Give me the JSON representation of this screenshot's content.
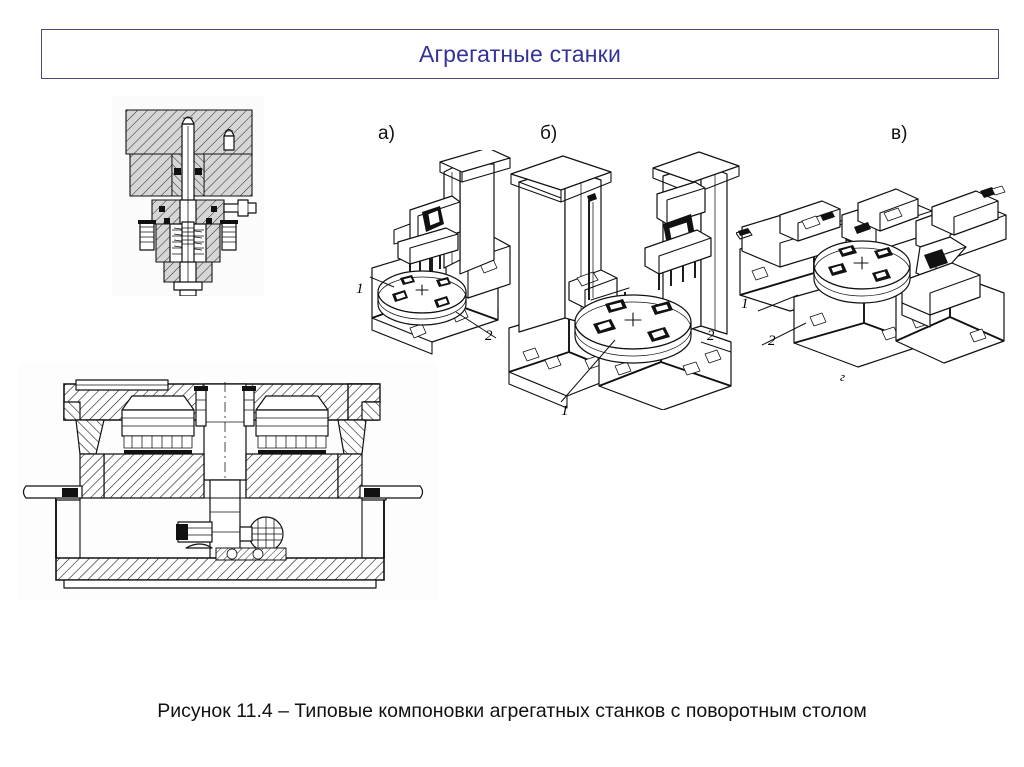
{
  "slide": {
    "title": "Агрегатные станки",
    "title_color": "#333399",
    "border_color": "#4a4a78",
    "background": "#ffffff",
    "caption": "Рисунок 11.4 – Типовые компоновки агрегатных станков с поворотным столом"
  },
  "figure": {
    "number": "11.4",
    "panels": [
      {
        "letter": "а)",
        "name": "single-column-layout",
        "description": "Агрегатный станок с одной вертикальной стойкой и поворотным столом",
        "callouts": [
          {
            "id": "1",
            "meaning": "поворотный стол"
          },
          {
            "id": "2",
            "meaning": "станина"
          }
        ]
      },
      {
        "letter": "б)",
        "name": "two-column-layout",
        "description": "Агрегатный станок с двумя вертикальными стойками и поворотным столом",
        "callouts": [
          {
            "id": "1",
            "meaning": "поворотный стол"
          },
          {
            "id": "2",
            "meaning": "станина"
          }
        ]
      },
      {
        "letter": "в)",
        "name": "multi-station-horizontal-layout",
        "description": "Агрегатный станок с горизонтальными силовыми головками вокруг поворотного стола",
        "sublabel": "г",
        "callouts": [
          {
            "id": "1",
            "meaning": "поворотный стол"
          },
          {
            "id": "2",
            "meaning": "станина"
          }
        ]
      }
    ],
    "inset_drawings": [
      {
        "name": "fixing-unit-section",
        "description": "Разрез механизма фиксации поворотного стола"
      },
      {
        "name": "rotary-table-section",
        "description": "Продольный разрез поворотного стола агрегатного станка"
      }
    ]
  }
}
